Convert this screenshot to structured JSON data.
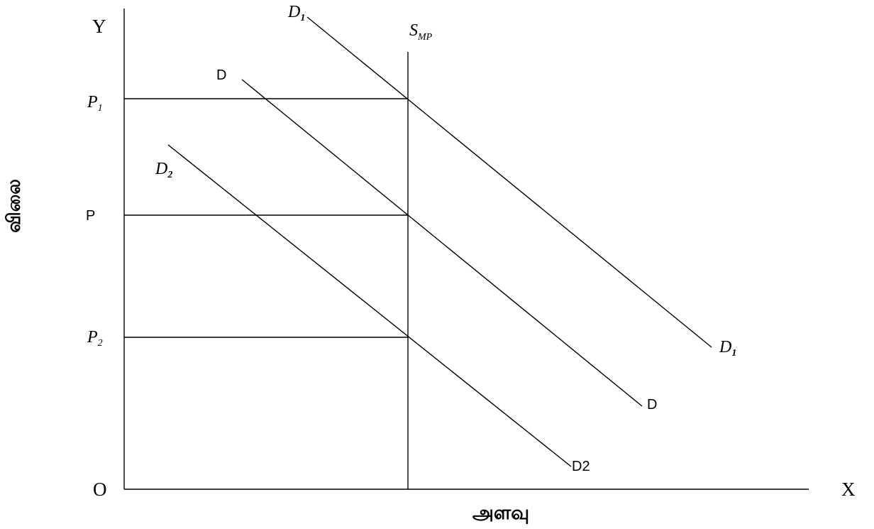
{
  "diagram": {
    "axes": {
      "y_axis_letter": "Y",
      "x_axis_letter": "X",
      "origin_label": "O",
      "y_title": "விலை",
      "x_title": "அளவு"
    },
    "price_labels": [
      {
        "text": "P",
        "sub": "1"
      },
      {
        "text": "P",
        "sub": ""
      },
      {
        "text": "P",
        "sub": "2"
      }
    ],
    "supply_label": {
      "text": "S",
      "sub": "MP"
    },
    "demand_labels": {
      "d1_top": {
        "text": "D",
        "sub": "1"
      },
      "d_top": {
        "text": "D"
      },
      "d2_top": {
        "text": "D",
        "sub": "2"
      },
      "d1_end": {
        "text": "D",
        "sub": "1"
      },
      "d_end": {
        "text": "D"
      },
      "d2_end": {
        "text": "D2"
      }
    }
  }
}
